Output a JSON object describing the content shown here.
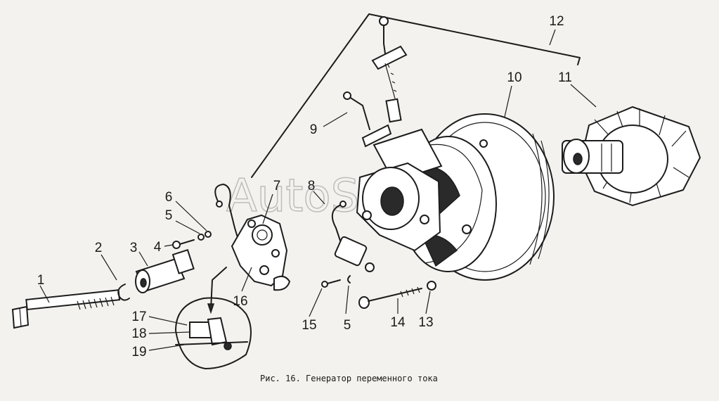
{
  "watermark": "AutoSoft",
  "caption": "Рис. 16. Генератор переменного тока",
  "callouts": [
    {
      "id": "1",
      "text": "1"
    },
    {
      "id": "2",
      "text": "2"
    },
    {
      "id": "3",
      "text": "3"
    },
    {
      "id": "4",
      "text": "4"
    },
    {
      "id": "5a",
      "text": "5"
    },
    {
      "id": "6",
      "text": "6"
    },
    {
      "id": "7",
      "text": "7"
    },
    {
      "id": "8",
      "text": "8"
    },
    {
      "id": "9",
      "text": "9"
    },
    {
      "id": "10",
      "text": "10"
    },
    {
      "id": "11",
      "text": "11"
    },
    {
      "id": "12",
      "text": "12"
    },
    {
      "id": "13",
      "text": "13"
    },
    {
      "id": "14",
      "text": "14"
    },
    {
      "id": "5b",
      "text": "5"
    },
    {
      "id": "15",
      "text": "15"
    },
    {
      "id": "16",
      "text": "16"
    },
    {
      "id": "17",
      "text": "17"
    },
    {
      "id": "18",
      "text": "18"
    },
    {
      "id": "19",
      "text": "19"
    }
  ]
}
